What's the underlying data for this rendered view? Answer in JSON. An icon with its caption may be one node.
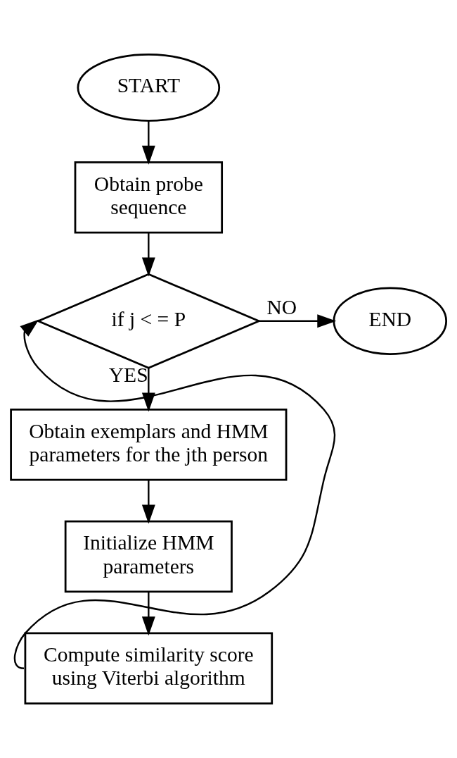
{
  "diagram": {
    "nodes": [
      {
        "text": [
          "START"
        ]
      },
      {
        "text": [
          "Obtain probe sequence"
        ]
      },
      {
        "text": [
          "if j < = P"
        ]
      },
      {
        "text": [
          "END"
        ]
      },
      {
        "text": [
          "Obtain exemplars and HMM parameters for the jth person"
        ]
      },
      {
        "text": [
          "Initialize HMM parameters"
        ]
      },
      {
        "text": [
          "Compute similarity score using Viterbi algorithm"
        ]
      }
    ],
    "edges": [
      {
        "from": 0,
        "to": 1,
        "arrow": "to"
      },
      {
        "from": 1,
        "to": 2,
        "arrow": "to"
      },
      {
        "from": 2,
        "to": 3,
        "arrow": "to",
        "label": "NO"
      },
      {
        "from": 2,
        "to": 4,
        "arrow": "to",
        "label": "YES"
      },
      {
        "from": 4,
        "to": 5,
        "arrow": "to"
      },
      {
        "from": 5,
        "to": 6,
        "arrow": "to"
      },
      {
        "from": 6,
        "to": 2,
        "arrow": "to"
      }
    ]
  }
}
